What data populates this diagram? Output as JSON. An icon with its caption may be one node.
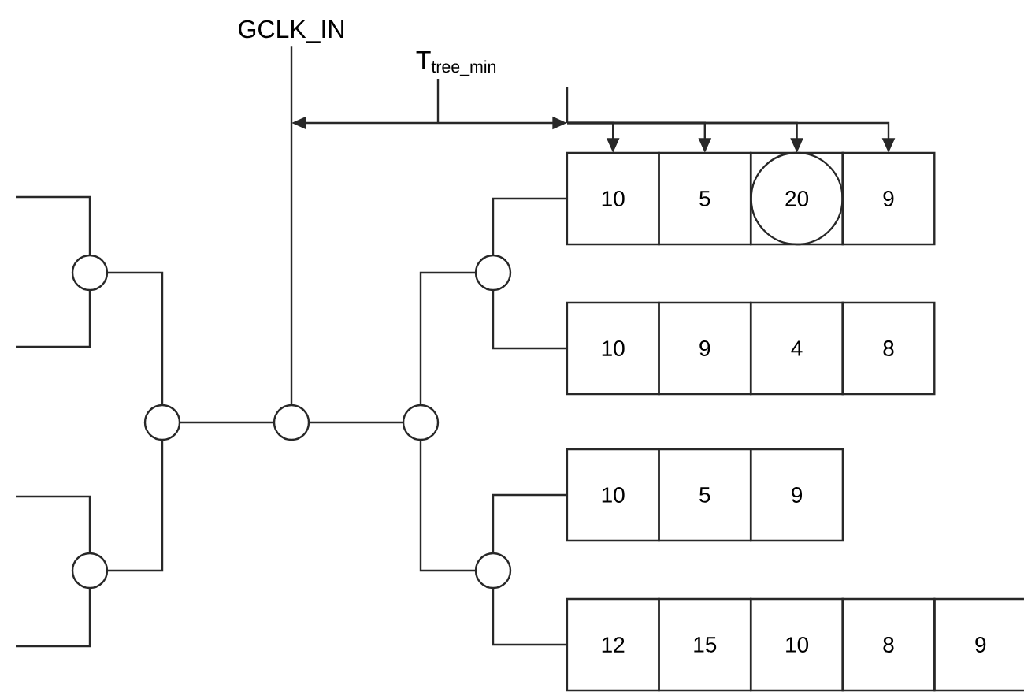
{
  "diagram": {
    "nodes": [
      {
        "text": [
          "GCLK_IN"
        ]
      },
      {
        "text": [
          "10"
        ]
      },
      {
        "text": [
          "5"
        ]
      },
      {
        "text": [
          "20"
        ]
      },
      {
        "text": [
          "9"
        ]
      },
      {
        "text": [],
        "shape": "circle"
      },
      {
        "text": [],
        "shape": "circle"
      },
      {
        "text": [
          "10"
        ]
      },
      {
        "text": [
          "9"
        ]
      },
      {
        "text": [
          "4"
        ]
      },
      {
        "text": [
          "8"
        ]
      },
      {
        "text": [],
        "shape": "circle"
      },
      {
        "text": [],
        "shape": "circle"
      },
      {
        "text": [],
        "shape": "circle"
      },
      {
        "text": [
          "10"
        ]
      },
      {
        "text": [
          "5"
        ]
      },
      {
        "text": [
          "9"
        ]
      },
      {
        "text": [],
        "shape": "circle"
      },
      {
        "text": [],
        "shape": "circle"
      },
      {
        "text": [
          "12"
        ]
      },
      {
        "text": [
          "15"
        ]
      },
      {
        "text": [
          "10"
        ]
      },
      {
        "text": [
          "8"
        ]
      },
      {
        "text": [
          "9"
        ]
      }
    ],
    "edges": [
      {
        "from": 0,
        "to": 12,
        "arrow": "none"
      },
      {
        "from": 12,
        "to": 11,
        "arrow": "none"
      },
      {
        "from": 12,
        "to": 13,
        "arrow": "none"
      },
      {
        "from": 11,
        "to": 5,
        "arrow": "none"
      },
      {
        "from": 11,
        "to": 17,
        "arrow": "none"
      },
      {
        "from": 13,
        "to": 6,
        "arrow": "none"
      },
      {
        "from": 13,
        "to": 18,
        "arrow": "none"
      },
      {
        "from": 6,
        "to": 1,
        "arrow": "none"
      },
      {
        "from": 6,
        "to": 7,
        "arrow": "none"
      },
      {
        "from": 18,
        "to": 14,
        "arrow": "none"
      },
      {
        "from": 18,
        "to": 19,
        "arrow": "none"
      },
      {
        "from": 5,
        "to": null,
        "arrow": "none"
      },
      {
        "from": 5,
        "to": null,
        "arrow": "none"
      },
      {
        "from": 17,
        "to": null,
        "arrow": "none"
      },
      {
        "from": 17,
        "to": null,
        "arrow": "none"
      },
      {
        "from": null,
        "to": 1,
        "arrow": "to"
      },
      {
        "from": null,
        "to": 2,
        "arrow": "to"
      },
      {
        "from": null,
        "to": 3,
        "arrow": "to"
      },
      {
        "from": null,
        "to": 4,
        "arrow": "to"
      }
    ],
    "labels": [
      "T$_{tree_min}$"
    ]
  }
}
